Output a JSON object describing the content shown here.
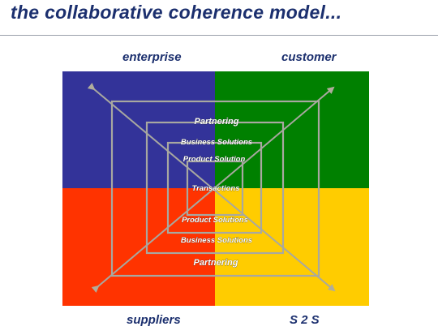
{
  "title": "the collaborative coherence model...",
  "quadrants": {
    "top_left": {
      "label": "enterprise",
      "color": "#333399"
    },
    "top_right": {
      "label": "customer",
      "color": "#008000"
    },
    "bottom_left": {
      "label": "suppliers",
      "color": "#ff3300"
    },
    "bottom_right": {
      "label": "S 2 S",
      "color": "#ffcc00"
    }
  },
  "frame_color": "#a8a8a0",
  "layers_top": [
    "Partnering",
    "Business Solutions",
    "Product Solution"
  ],
  "center_label": "Transactions",
  "layers_bottom": [
    "Product Solutions",
    "Business Solutions",
    "Partnering"
  ]
}
